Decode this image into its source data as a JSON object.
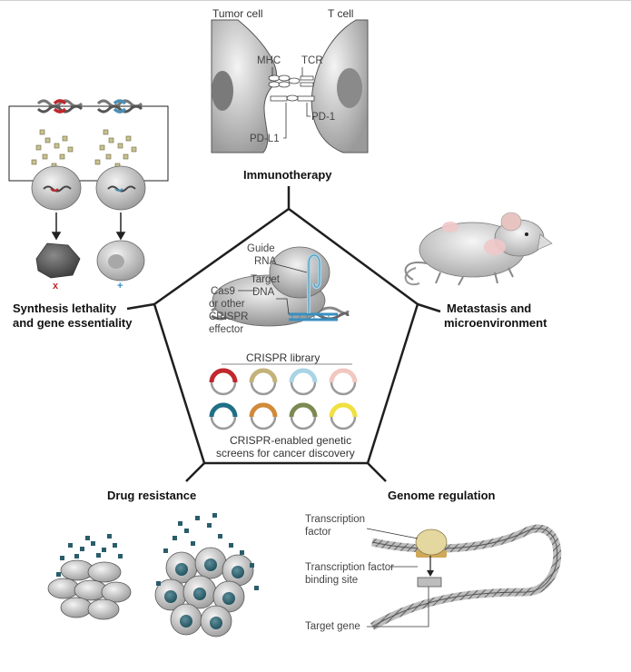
{
  "immunotherapy": {
    "tumor_cell": "Tumor cell",
    "t_cell": "T cell",
    "mhc": "MHC",
    "tcr": "TCR",
    "pd1": "PD-1",
    "pdl1": "PD-L1",
    "title": "Immunotherapy"
  },
  "synthetic": {
    "title_line1": "Synthesis lethality",
    "title_line2": "and gene essentiality",
    "minus_mark": "x",
    "plus_mark": "+"
  },
  "metastasis": {
    "title_line1": "Metastasis and",
    "title_line2": "microenvironment"
  },
  "drug": {
    "title": "Drug resistance"
  },
  "genome": {
    "title": "Genome regulation",
    "tf_line1": "Transcription",
    "tf_line2": "factor",
    "tfbs_line1": "Transcription factor",
    "tfbs_line2": "binding site",
    "target_gene": "Target gene"
  },
  "center": {
    "guide_line1": "Guide",
    "guide_line2": "RNA",
    "target_line1": "Target",
    "target_line2": "DNA",
    "cas9_line1": "Cas9",
    "cas9_line2": "or other",
    "cas9_line3": "CRISPR",
    "cas9_line4": "effector",
    "library_title": "CRISPR library",
    "caption_line1": "CRISPR-enabled genetic",
    "caption_line2": "screens for cancer discovery",
    "plasmid_colors": [
      "#c0282d",
      "#c4b27a",
      "#a8d4e6",
      "#f2c7c0",
      "#1f6f86",
      "#d08a3a",
      "#7c8a52",
      "#f0e040"
    ]
  },
  "colors": {
    "line": "#222222",
    "gray_fill": "#d7d7d7",
    "dark_cell": "#4a4a4a",
    "red_mark": "#c0282d",
    "blue_mark": "#3a8fc0",
    "dna_red": "#c0282d",
    "dna_blue": "#4c8fb4"
  }
}
